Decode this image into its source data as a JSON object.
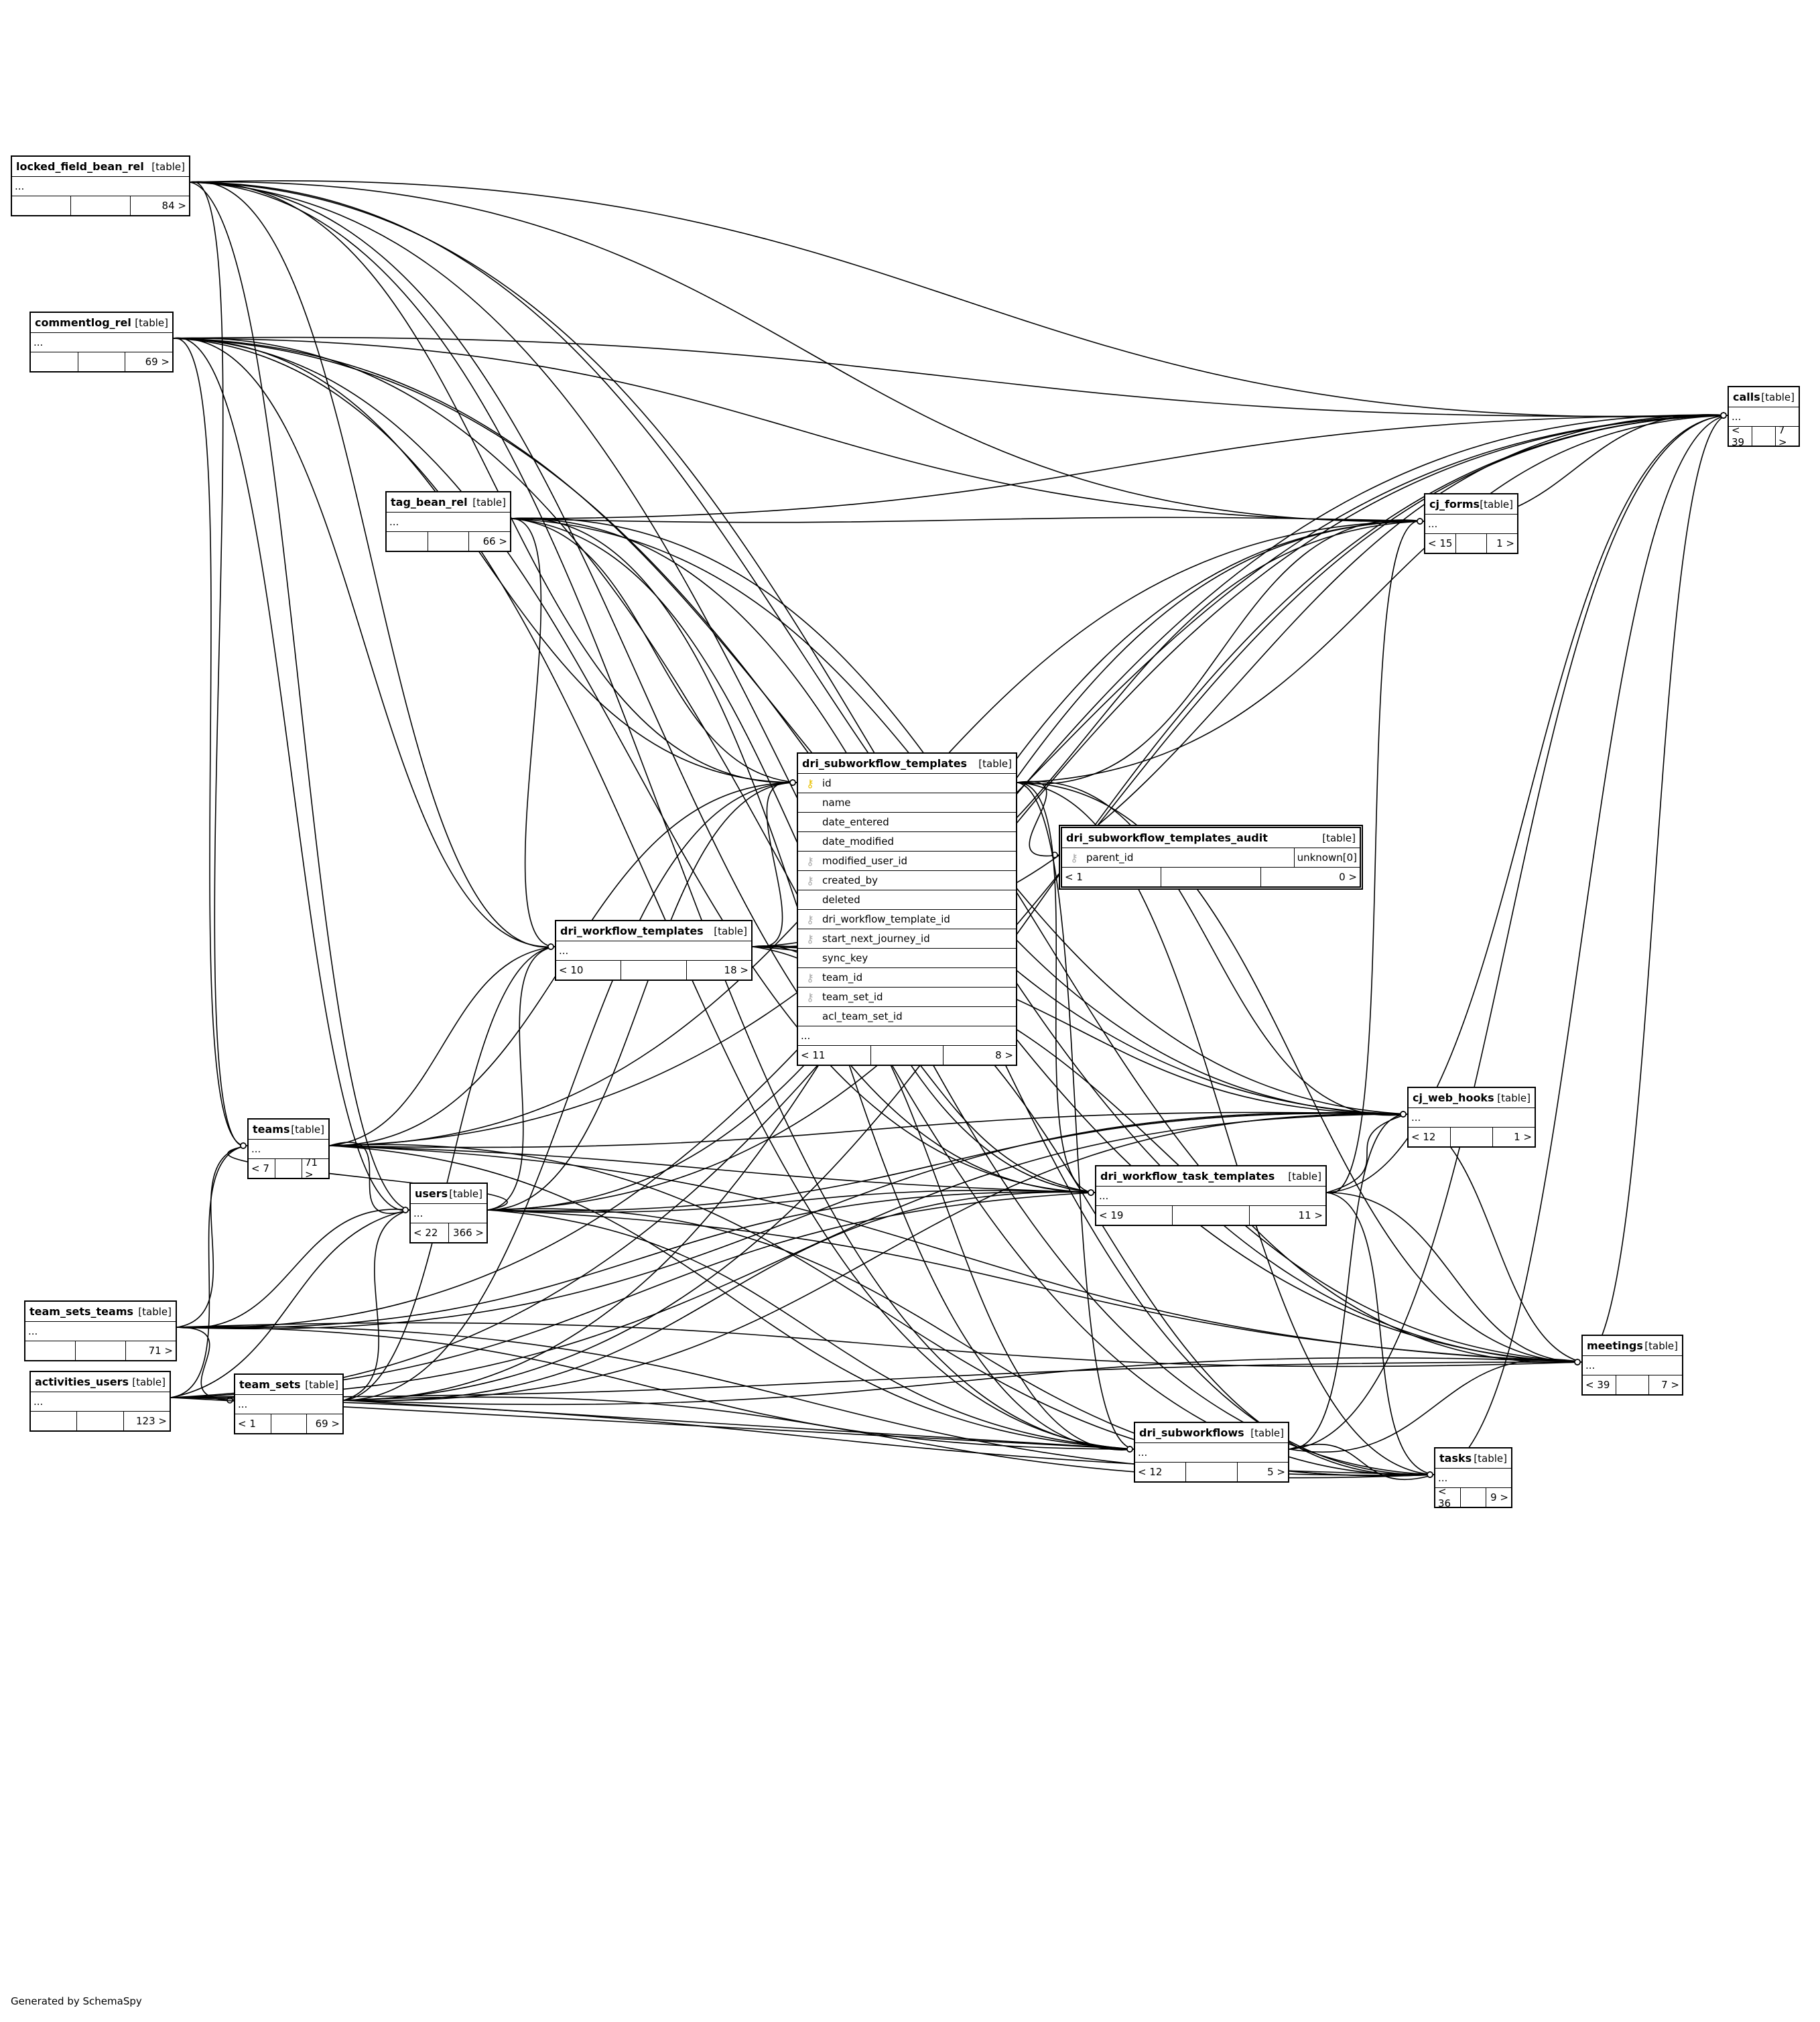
{
  "footer": "Generated by SchemaSpy",
  "tables": {
    "locked_field_bean_rel": {
      "name": "locked_field_bean_rel",
      "type": "[table]",
      "ellipsis": "...",
      "foot": [
        "",
        "",
        "84 >"
      ]
    },
    "commentlog_rel": {
      "name": "commentlog_rel",
      "type": "[table]",
      "ellipsis": "...",
      "foot": [
        "",
        "",
        "69 >"
      ]
    },
    "tag_bean_rel": {
      "name": "tag_bean_rel",
      "type": "[table]",
      "ellipsis": "...",
      "foot": [
        "",
        "",
        "66 >"
      ]
    },
    "dri_workflow_templates": {
      "name": "dri_workflow_templates",
      "type": "[table]",
      "ellipsis": "...",
      "foot": [
        "< 10",
        "",
        "18 >"
      ]
    },
    "teams": {
      "name": "teams",
      "type": "[table]",
      "ellipsis": "...",
      "foot": [
        "< 7",
        "",
        "71 >"
      ]
    },
    "users": {
      "name": "users",
      "type": "[table]",
      "ellipsis": "...",
      "foot": [
        "< 22",
        "366 >"
      ]
    },
    "team_sets_teams": {
      "name": "team_sets_teams",
      "type": "[table]",
      "ellipsis": "...",
      "foot": [
        "",
        "",
        "71 >"
      ]
    },
    "activities_users": {
      "name": "activities_users",
      "type": "[table]",
      "ellipsis": "...",
      "foot": [
        "",
        "",
        "123 >"
      ]
    },
    "team_sets": {
      "name": "team_sets",
      "type": "[table]",
      "ellipsis": "...",
      "foot": [
        "< 1",
        "",
        "69 >"
      ]
    },
    "dri_subworkflow_templates": {
      "name": "dri_subworkflow_templates",
      "type": "[table]",
      "columns": [
        {
          "name": "id",
          "key": "pk"
        },
        {
          "name": "name",
          "key": ""
        },
        {
          "name": "date_entered",
          "key": ""
        },
        {
          "name": "date_modified",
          "key": ""
        },
        {
          "name": "modified_user_id",
          "key": "fk"
        },
        {
          "name": "created_by",
          "key": "fk"
        },
        {
          "name": "deleted",
          "key": ""
        },
        {
          "name": "dri_workflow_template_id",
          "key": "fk"
        },
        {
          "name": "start_next_journey_id",
          "key": "fk"
        },
        {
          "name": "sync_key",
          "key": ""
        },
        {
          "name": "team_id",
          "key": "fk"
        },
        {
          "name": "team_set_id",
          "key": "fk"
        },
        {
          "name": "acl_team_set_id",
          "key": ""
        }
      ],
      "ellipsis": "...",
      "foot": [
        "< 11",
        "",
        "8 >"
      ]
    },
    "dri_subworkflow_templates_audit": {
      "name": "dri_subworkflow_templates_audit",
      "type": "[table]",
      "columns": [
        {
          "name": "parent_id",
          "key": "fk",
          "type": "unknown[0]"
        }
      ],
      "foot": [
        "< 1",
        "",
        "0 >"
      ]
    },
    "dri_workflow_task_templates": {
      "name": "dri_workflow_task_templates",
      "type": "[table]",
      "ellipsis": "...",
      "foot": [
        "< 19",
        "",
        "11 >"
      ]
    },
    "dri_subworkflows": {
      "name": "dri_subworkflows",
      "type": "[table]",
      "ellipsis": "...",
      "foot": [
        "< 12",
        "",
        "5 >"
      ]
    },
    "cj_forms": {
      "name": "cj_forms",
      "type": "[table]",
      "ellipsis": "...",
      "foot": [
        "< 15",
        "",
        "1 >"
      ]
    },
    "cj_web_hooks": {
      "name": "cj_web_hooks",
      "type": "[table]",
      "ellipsis": "...",
      "foot": [
        "< 12",
        "",
        "1 >"
      ]
    },
    "meetings": {
      "name": "meetings",
      "type": "[table]",
      "ellipsis": "...",
      "foot": [
        "< 39",
        "",
        "7 >"
      ]
    },
    "tasks": {
      "name": "tasks",
      "type": "[table]",
      "ellipsis": "...",
      "foot": [
        "< 36",
        "",
        "9 >"
      ]
    },
    "calls": {
      "name": "calls",
      "type": "[table]",
      "ellipsis": "...",
      "foot": [
        "< 39",
        "",
        "7 >"
      ]
    }
  },
  "key_icon": "key-icon"
}
